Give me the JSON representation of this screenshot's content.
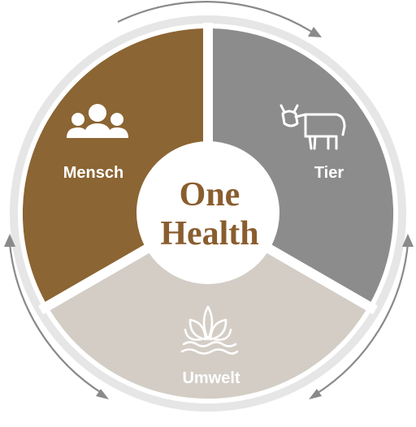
{
  "center": {
    "line1": "One",
    "line2": "Health",
    "text_color": "#8a5d2e"
  },
  "segments": [
    {
      "key": "mensch",
      "label": "Mensch",
      "icon": "people-group-icon",
      "color": "#8b6533"
    },
    {
      "key": "tier",
      "label": "Tier",
      "icon": "cow-icon",
      "color": "#8c8c8c"
    },
    {
      "key": "umwelt",
      "label": "Umwelt",
      "icon": "plant-water-icon",
      "color": "#d3cdc6"
    }
  ],
  "colors": {
    "ring": "#e6e6e6",
    "arrows": "#8a8a8a",
    "center_fill": "#ffffff"
  }
}
